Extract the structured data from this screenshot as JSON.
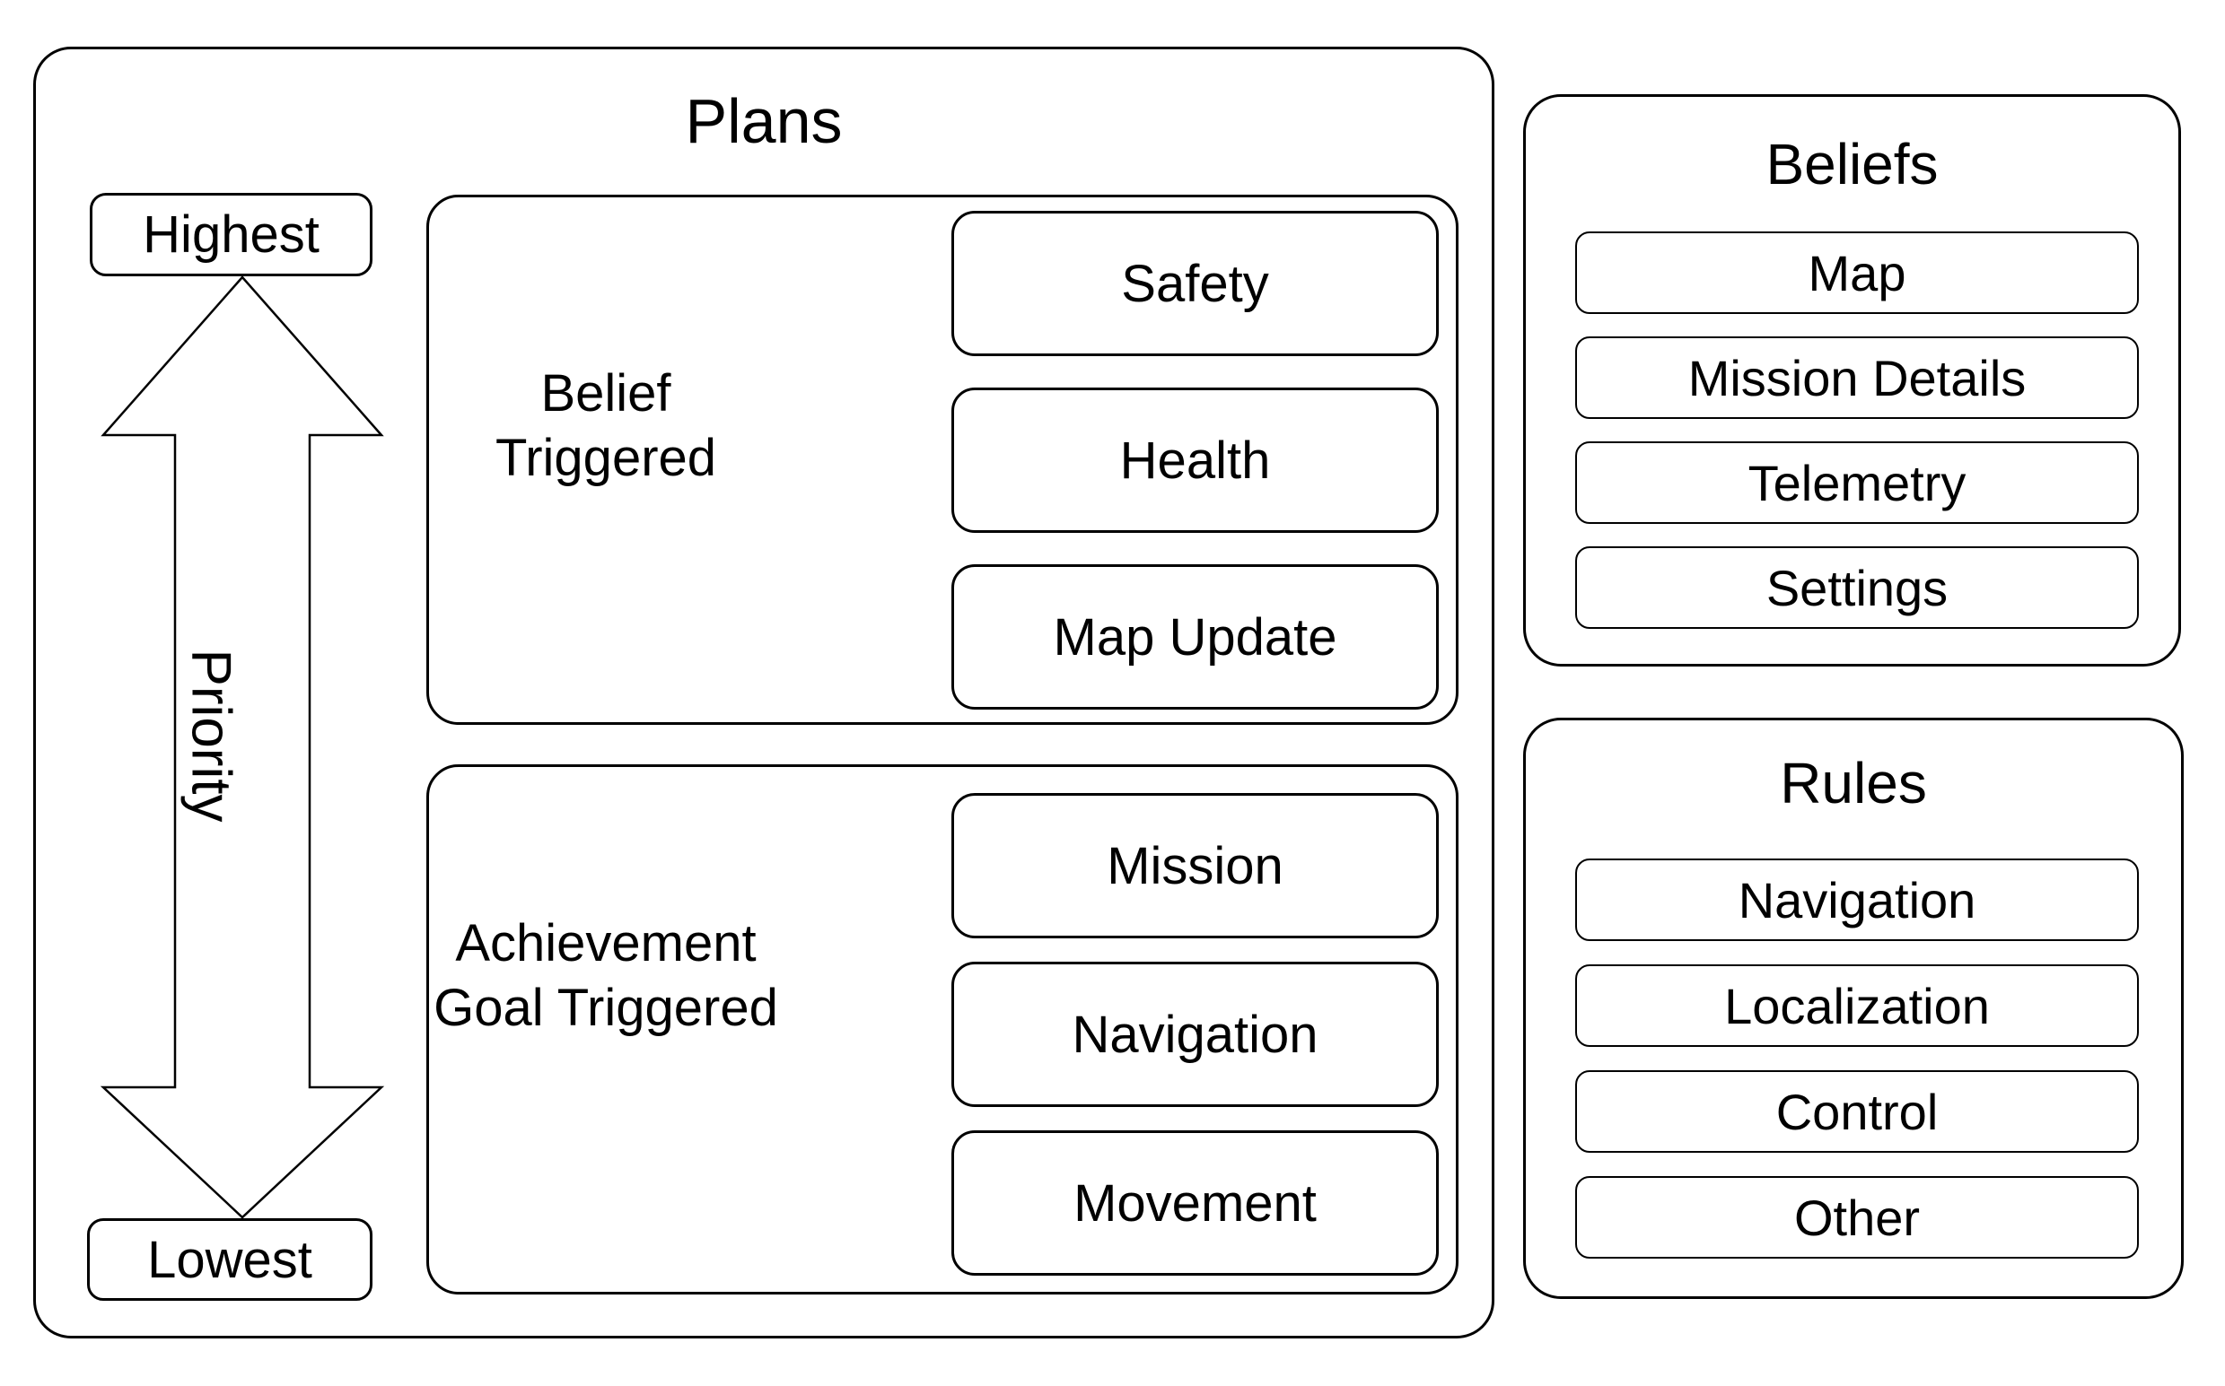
{
  "diagram": {
    "background_color": "#ffffff",
    "stroke_color": "#000000",
    "text_color": "#000000"
  },
  "plans": {
    "title": "Plans",
    "priority_arrow": {
      "label": "Priority",
      "top_label": "Highest",
      "bottom_label": "Lowest"
    },
    "groups": [
      {
        "label_line1": "Belief",
        "label_line2": "Triggered",
        "items": [
          "Safety",
          "Health",
          "Map Update"
        ]
      },
      {
        "label_line1": "Achievement",
        "label_line2": "Goal Triggered",
        "items": [
          "Mission",
          "Navigation",
          "Movement"
        ]
      }
    ]
  },
  "side_panels": [
    {
      "title": "Beliefs",
      "items": [
        "Map",
        "Mission Details",
        "Telemetry",
        "Settings"
      ]
    },
    {
      "title": "Rules",
      "items": [
        "Navigation",
        "Localization",
        "Control",
        "Other"
      ]
    }
  ]
}
